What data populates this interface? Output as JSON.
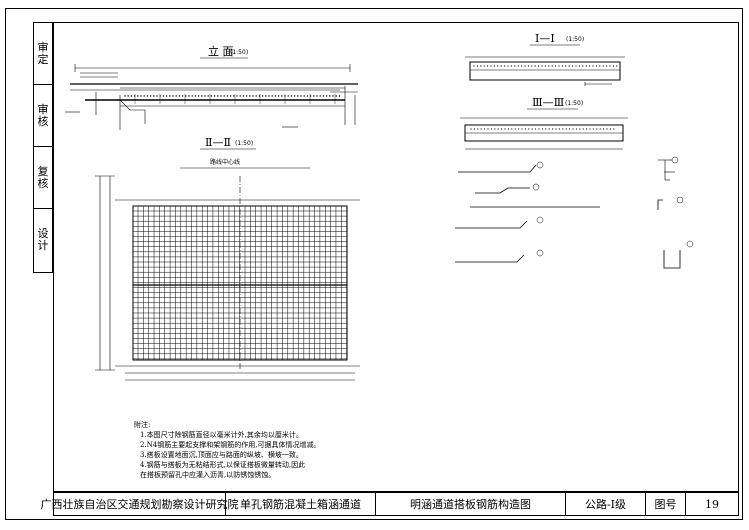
{
  "sign_column": [
    "审定",
    "审核",
    "复核",
    "设计"
  ],
  "views": {
    "elevation": {
      "title": "立 面",
      "scale": "(1:50)"
    },
    "section_2": {
      "title": "Ⅱ—Ⅱ",
      "scale": "(1:50)",
      "center_label": "路线中心线"
    },
    "section_1": {
      "title": "Ⅰ—Ⅰ",
      "scale": "(1:50)"
    },
    "section_3": {
      "title": "Ⅲ—Ⅲ",
      "scale": "(1:50)"
    }
  },
  "notes": {
    "heading": "附注:",
    "items": [
      "1.本图尺寸除钢筋直径以毫米计外,其余均以厘米计。",
      "2.N4钢筋主要起支撑和架钢筋的作用,可据具体情况增减。",
      "3.搭板设置地面沉,顶面应与路面的纵坡、横坡一致。",
      "4.钢筋与搭板为无粘结形式,以保证搭板微量转动,因此",
      "  在搭板预留孔中应灌入沥青,以防锈蚀锈蚀。"
    ]
  },
  "title_bar": {
    "institute": "广西壮族自治区交通规划勘察设计研究院",
    "project": "单孔钢筋混凝土箱涵通道",
    "drawing": "明涵通道搭板钢筋构造图",
    "grade": "公路-Ⅰ级",
    "no_label": "图号",
    "no_value": "19"
  },
  "colors": {
    "line": "#000000",
    "paper": "#ffffff"
  }
}
